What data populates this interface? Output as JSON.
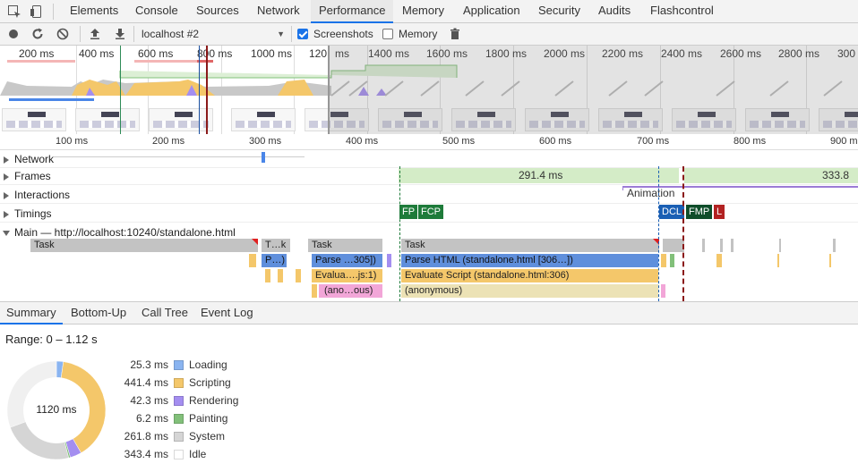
{
  "tabs": [
    "Elements",
    "Console",
    "Sources",
    "Network",
    "Performance",
    "Memory",
    "Application",
    "Security",
    "Audits",
    "Flashcontrol"
  ],
  "active_tab": "Performance",
  "toolbar": {
    "target": "localhost #2",
    "screenshots_label": "Screenshots",
    "screenshots_checked": true,
    "memory_label": "Memory",
    "memory_checked": false
  },
  "overview_ticks": [
    "200 ms",
    "400 ms",
    "600 ms",
    "800 ms",
    "1000 ms",
    "120",
    "ms",
    "1400 ms",
    "1600 ms",
    "1800 ms",
    "2000 ms",
    "2200 ms",
    "2400 ms",
    "2600 ms",
    "2800 ms",
    "300"
  ],
  "ruler_ticks": [
    "100 ms",
    "200 ms",
    "300 ms",
    "400 ms",
    "500 ms",
    "600 ms",
    "700 ms",
    "800 ms",
    "900 m"
  ],
  "tracks": {
    "network": "Network",
    "frames": "Frames",
    "interactions": "Interactions",
    "timings": "Timings",
    "main": "Main — http://localhost:10240/standalone.html"
  },
  "frames": [
    "291.4 ms",
    "333.8"
  ],
  "interaction_label": "Animation",
  "timing_markers": {
    "fp": "FP",
    "fcp": "FCP",
    "dcl": "DCL",
    "fmp": "FMP",
    "l": "L"
  },
  "flame": {
    "task1": "Task",
    "task2": "T…k",
    "task3": "Task",
    "task4": "Task",
    "p1": "P…)",
    "parse1": "Parse …305])",
    "parse_html": "Parse HTML (standalone.html [306…])",
    "eval1": "Evalua….js:1)",
    "eval_script": "Evaluate Script (standalone.html:306)",
    "anon1": "(ano…ous)",
    "anon2": "(anonymous)"
  },
  "bottom_tabs": [
    "Summary",
    "Bottom-Up",
    "Call Tree",
    "Event Log"
  ],
  "active_bottom_tab": "Summary",
  "range": "Range: 0 – 1.12 s",
  "total": "1120 ms",
  "summary": [
    {
      "value": "25.3 ms",
      "label": "Loading",
      "color": "#8ab4f0"
    },
    {
      "value": "441.4 ms",
      "label": "Scripting",
      "color": "#f4c76a"
    },
    {
      "value": "42.3 ms",
      "label": "Rendering",
      "color": "#a48ef0"
    },
    {
      "value": "6.2 ms",
      "label": "Painting",
      "color": "#82c07a"
    },
    {
      "value": "261.8 ms",
      "label": "System",
      "color": "#d5d5d5"
    },
    {
      "value": "343.4 ms",
      "label": "Idle",
      "color": "#ffffff"
    }
  ]
}
